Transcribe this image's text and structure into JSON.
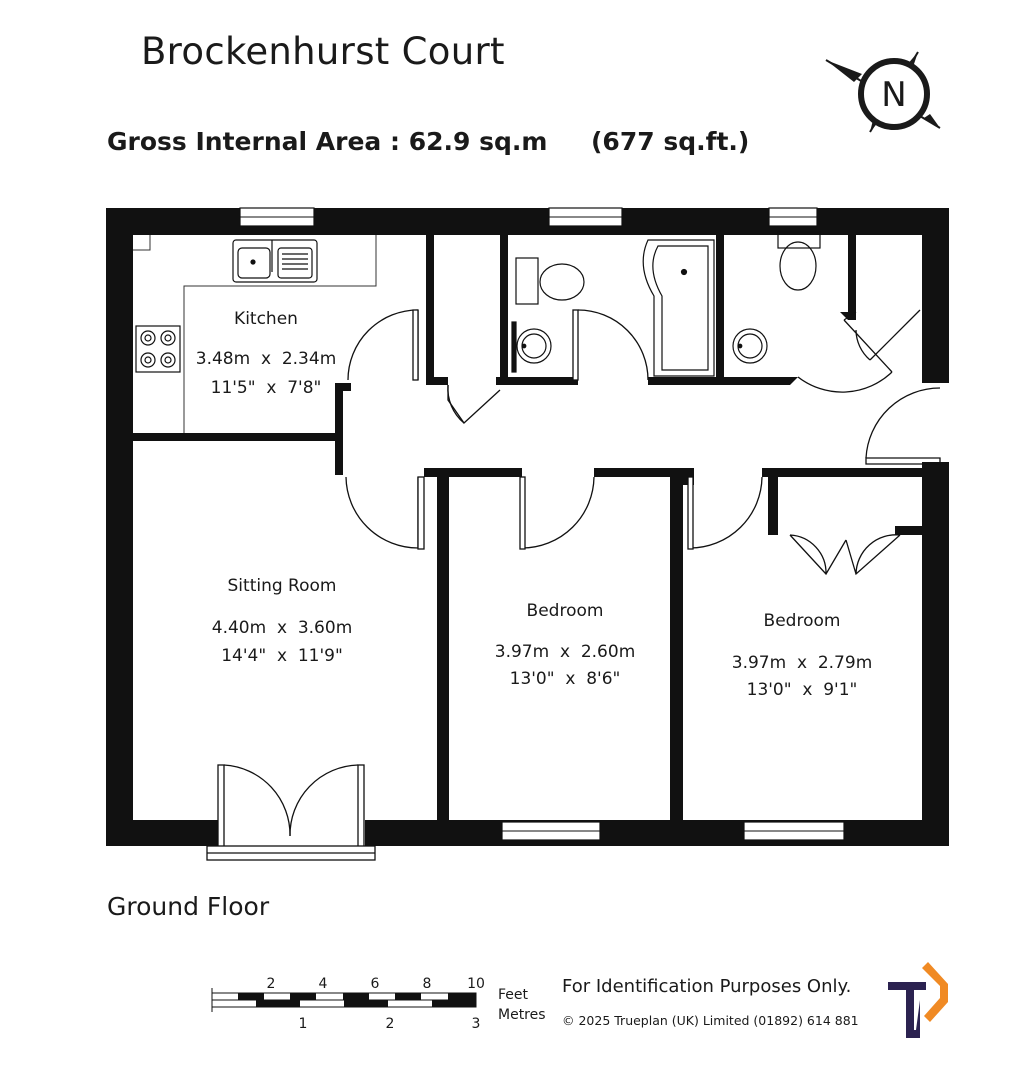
{
  "header": {
    "title": "Brockenhurst Court",
    "area_label": "Gross Internal Area",
    "area_separator": ":",
    "area_metric": "62.9 sq.m",
    "area_imperial": "(677 sq.ft.)"
  },
  "compass": {
    "letter": "N",
    "icon": "compass-north-icon"
  },
  "rooms": {
    "kitchen": {
      "name": "Kitchen",
      "metric": "3.48m  x  2.34m",
      "imperial": "11'5\"  x  7'8\""
    },
    "sitting": {
      "name": "Sitting Room",
      "metric": "4.40m  x  3.60m",
      "imperial": "14'4\"  x  11'9\""
    },
    "bedroom1": {
      "name": "Bedroom",
      "metric": "3.97m  x  2.60m",
      "imperial": "13'0\"  x  8'6\""
    },
    "bedroom2": {
      "name": "Bedroom",
      "metric": "3.97m  x  2.79m",
      "imperial": "13'0\"  x  9'1\""
    }
  },
  "floor_label": "Ground Floor",
  "scale": {
    "feet_ticks": [
      "2",
      "4",
      "6",
      "8",
      "10"
    ],
    "metre_ticks": [
      "1",
      "2",
      "3"
    ],
    "feet_label": "Feet",
    "metres_label": "Metres"
  },
  "footer": {
    "notice": "For Identification Purposes Only.",
    "copyright": "© 2025 Trueplan (UK) Limited  (01892) 614 881"
  },
  "logo": {
    "icon": "trueplan-logo-icon",
    "colors": {
      "primary": "#2b2250",
      "accent": "#f08a24"
    }
  }
}
